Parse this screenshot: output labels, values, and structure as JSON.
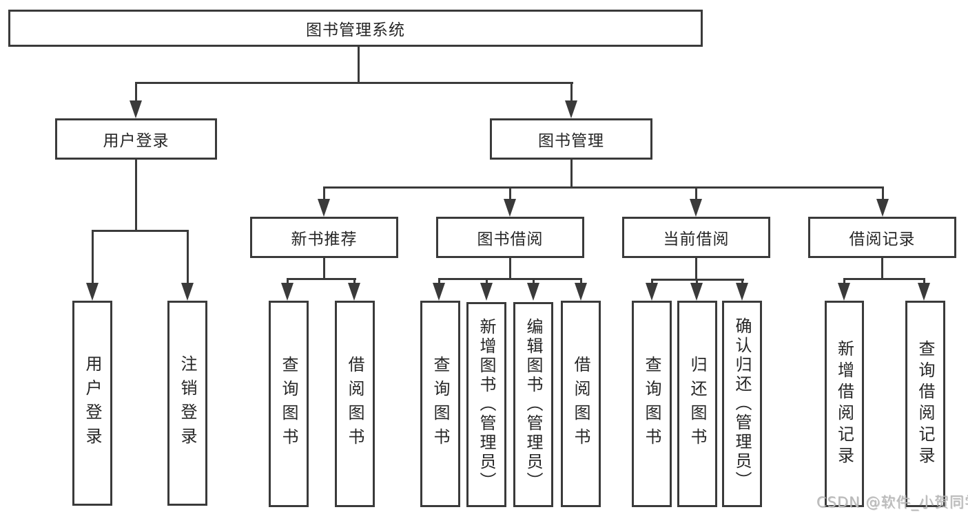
{
  "colors": {
    "line": "#3a3a3a",
    "text": "#262626",
    "background": "#ffffff",
    "watermark": "#b9b9b9"
  },
  "tree": {
    "root": "图书管理系统",
    "branches": [
      {
        "label": "用户登录",
        "children": [
          "用户登录",
          "注销登录"
        ]
      },
      {
        "label": "图书管理",
        "groups": [
          {
            "label": "新书推荐",
            "children": [
              "查询图书",
              "借阅图书"
            ]
          },
          {
            "label": "图书借阅",
            "children": [
              "查询图书",
              "新增图书（管理员）",
              "编辑图书（管理员）",
              "借阅图书"
            ]
          },
          {
            "label": "当前借阅",
            "children": [
              "查询图书",
              "归还图书",
              "确认归还（管理员）"
            ]
          },
          {
            "label": "借阅记录",
            "children": [
              "新增借阅记录",
              "查询借阅记录"
            ]
          }
        ]
      }
    ]
  },
  "watermark": "CSDN @软件_小贺同学"
}
